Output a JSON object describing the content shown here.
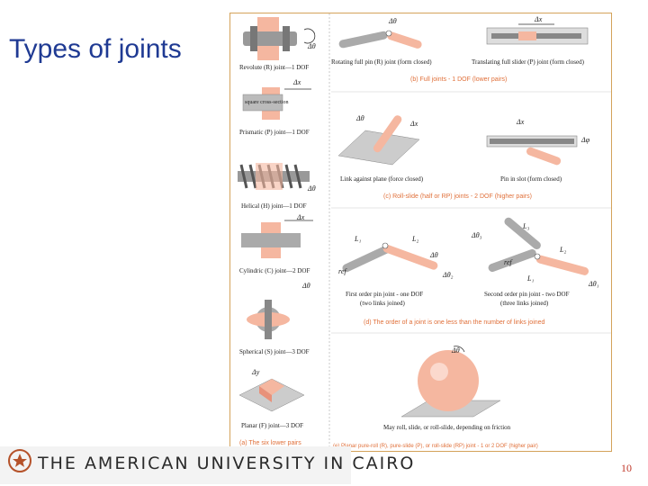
{
  "slide": {
    "title": "Types of joints",
    "page_number": "10"
  },
  "footer": {
    "university": "THE AMERICAN UNIVERSITY IN CAIRO"
  },
  "left_column": {
    "revolute": "Revolute (R) joint—1 DOF",
    "square_cross": "square cross-section",
    "prismatic": "Prismatic (P) joint—1 DOF",
    "helical": "Helical (H) joint—1 DOF",
    "cylindric": "Cylindric (C) joint—2 DOF",
    "spherical": "Spherical (S) joint—3 DOF",
    "planar": "Planar (F) joint—3 DOF",
    "caption_a": "(a) The six lower pairs"
  },
  "right_column": {
    "full_pin_label": "Rotating full pin (R) joint (form closed)",
    "full_slider_label": "Translating full slider (P) joint (form closed)",
    "caption_b": "(b) Full joints - 1 DOF (lower pairs)",
    "link_plane": "Link against plane (force closed)",
    "pin_slot": "Pin in slot (form closed)",
    "caption_c": "(c) Roll-slide (half or RP) joints - 2 DOF (higher pairs)",
    "first_order": "First order pin joint - one DOF",
    "first_order_sub": "(two links joined)",
    "second_order": "Second order pin joint - two DOF",
    "second_order_sub": "(three links joined)",
    "caption_d": "(d) The order of a joint is one less than the number of links joined",
    "ball_label": "May roll, slide, or roll-slide, depending on friction",
    "caption_e": "(e) Planar pure-roll (R), pure-slide (P), or roll-slide (RP) joint - 1 or 2 DOF (higher pair)"
  },
  "symbols": {
    "d_theta": "Δθ",
    "d_x": "Δx",
    "d_y": "Δy",
    "d_phi": "Δφ",
    "d_theta1": "Δθ₁",
    "d_theta2": "Δθ₂",
    "d_theta3": "Δθ₃",
    "L1": "L₁",
    "L2": "L₂",
    "L3": "L₃",
    "ref": "ref"
  }
}
